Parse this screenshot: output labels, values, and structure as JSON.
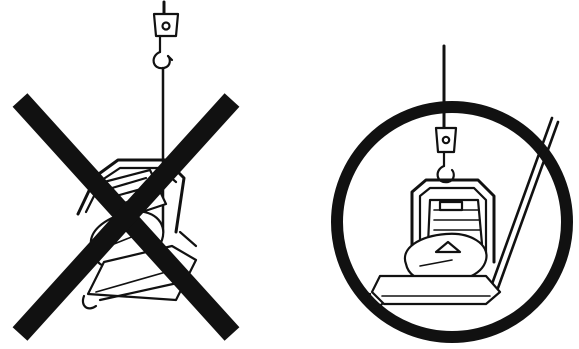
{
  "diagram": {
    "panels": [
      {
        "id": "incorrect",
        "symbol": "prohibited-x"
      },
      {
        "id": "correct",
        "symbol": "approved-circle"
      }
    ]
  }
}
